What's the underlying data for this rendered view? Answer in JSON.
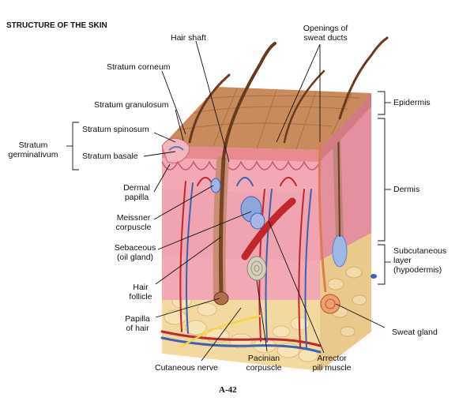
{
  "title": "STRUCTURE OF THE SKIN",
  "page_number": "A-42",
  "labels": {
    "hair_shaft": "Hair shaft",
    "openings_sweat_ducts": "Openings of\nsweat ducts",
    "stratum_corneum": "Stratum corneum",
    "stratum_granulosum": "Stratum granulosum",
    "stratum_spinosum": "Stratum spinosum",
    "stratum_basale": "Stratum basale",
    "stratum_germinativum": "Stratum\ngerminativum",
    "dermal_papilla": "Dermal\npapilla",
    "meissner_corpuscle": "Meissner\ncorpuscle",
    "sebaceous_gland": "Sebaceous\n(oil gland)",
    "hair_follicle": "Hair\nfollicle",
    "papilla_of_hair": "Papilla\nof hair",
    "cutaneous_nerve": "Cutaneous nerve",
    "pacinian_corpuscle": "Pacinian\ncorpuscle",
    "arrector_pili": "Arrector\npili muscle",
    "sweat_gland": "Sweat gland",
    "epidermis": "Epidermis",
    "dermis": "Dermis",
    "subcutaneous_layer": "Subcutaneous\nlayer\n(hypodermis)"
  },
  "colors": {
    "epidermis_top": "#c98a5c",
    "dermis": "#f2a9b4",
    "hypodermis": "#f3d9a0",
    "hair": "#6b3a1e",
    "artery": "#c0272d",
    "vein": "#3d62b4"
  }
}
